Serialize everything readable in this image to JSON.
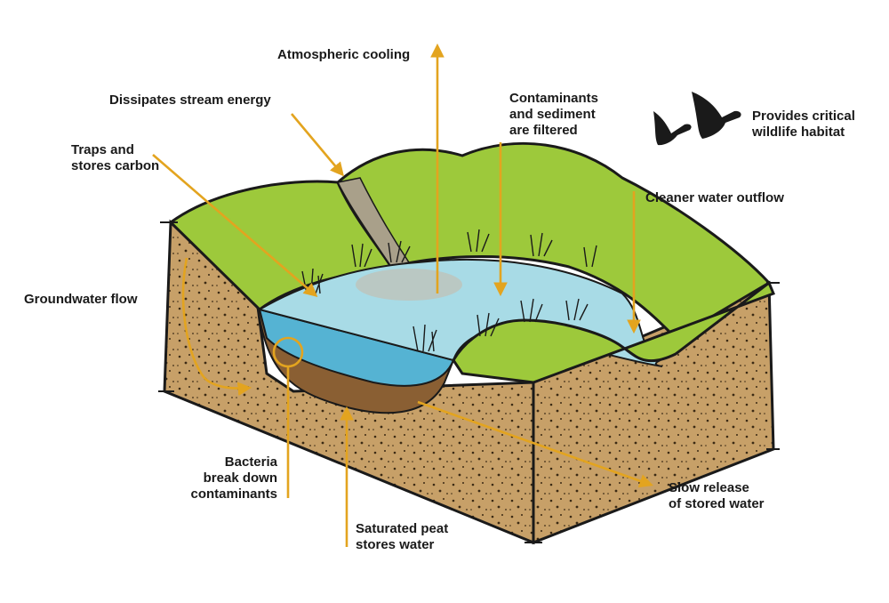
{
  "labels": {
    "atmospheric_cooling": "Atmospheric cooling",
    "dissipates_stream_energy": "Dissipates stream energy",
    "traps_carbon": "Traps and\nstores carbon",
    "contaminants_filtered": "Contaminants\nand sediment\nare filtered",
    "wildlife_habitat": "Provides critical\nwildlife habitat",
    "cleaner_water": "Cleaner water outflow",
    "groundwater_flow": "Groundwater flow",
    "bacteria": "Bacteria\nbreak down\ncontaminants",
    "saturated_peat": "Saturated peat\nstores water",
    "slow_release": "Slow release\nof stored water"
  },
  "colors": {
    "arrow": "#e3a41f",
    "grass": "#9dc93b",
    "grass_dark": "#6e9a24",
    "soil": "#c7a068",
    "peat": "#8a5f33",
    "water": "#8fd0e0",
    "water_deep": "#55b3d3",
    "outline": "#1a1a1a"
  },
  "icons": [
    "duck-icon",
    "duck-icon"
  ]
}
